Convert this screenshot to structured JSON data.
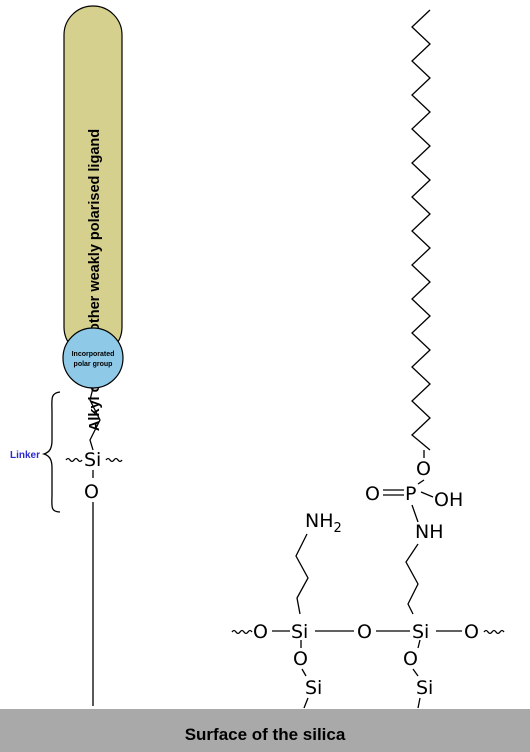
{
  "schematic": {
    "ligand_label": "Alkyl chain or other weakly polarised ligand",
    "polar_group_label_line1": "Incorporated",
    "polar_group_label_line2": "polar group",
    "linker_label": "Linker",
    "si": "Si",
    "o": "O",
    "colors": {
      "ligand_fill": "#d6d08e",
      "polar_fill": "#8fc9e8",
      "linker_text": "#2b2bd0",
      "surface_fill": "#a9a9a9"
    }
  },
  "structure": {
    "nh2": "NH",
    "nh2_sub": "2",
    "nh": "NH",
    "oh": "OH",
    "p": "P",
    "o_top": "O",
    "o_double": "O",
    "si_left": "Si",
    "si_right": "Si",
    "o_left": "O",
    "o_bridge": "O",
    "o_right": "O",
    "o_below_left": "O",
    "o_below_right": "O",
    "si_below_left": "Si",
    "si_below_right": "Si"
  },
  "surface": {
    "label": "Surface of the silica"
  }
}
